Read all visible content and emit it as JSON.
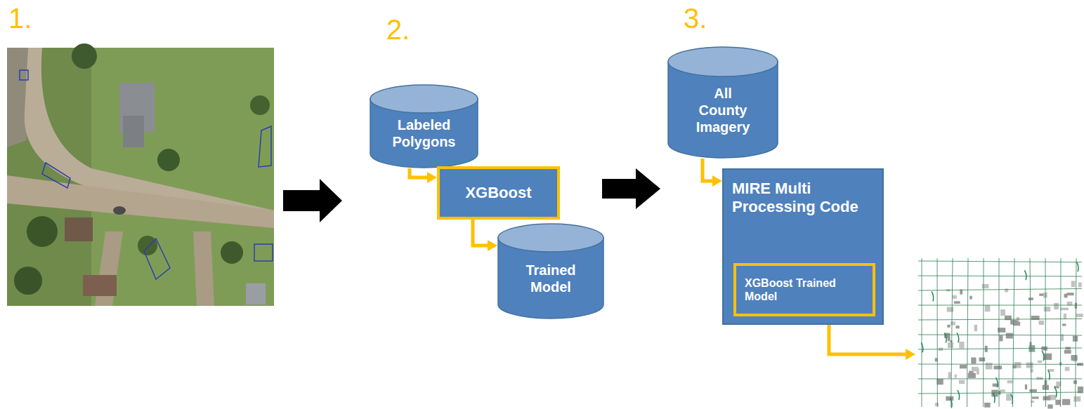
{
  "diagram": {
    "nodes": [
      {
        "text": [
          "Labeled Polygons"
        ]
      },
      {
        "text": [
          "XGBoost"
        ]
      },
      {
        "text": [
          "Trained Model"
        ]
      },
      {
        "text": [
          "All County Imagery"
        ]
      },
      {
        "text": [
          "MIRE Multi Processing Code"
        ]
      },
      {
        "text": [
          "XGBoost Trained Model"
        ],
        "in": 4
      }
    ],
    "edges": [
      {
        "from": 0,
        "to": 1,
        "arrow": "to"
      },
      {
        "from": 1,
        "to": 2,
        "arrow": "to"
      },
      {
        "from": 3,
        "to": 4,
        "arrow": "to"
      }
    ],
    "labels": [
      "1.",
      "2.",
      "3."
    ]
  }
}
